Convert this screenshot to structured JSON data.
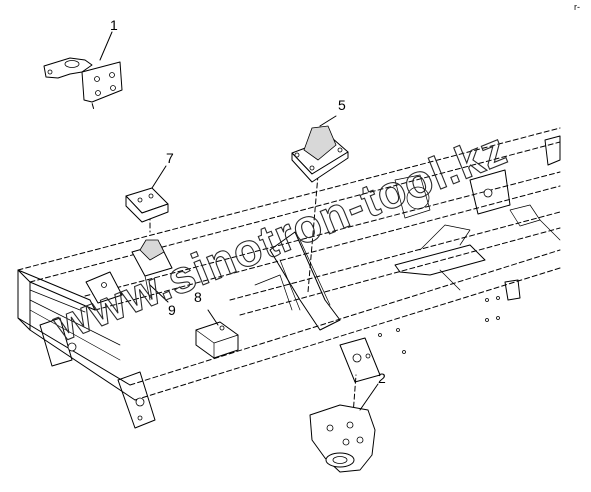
{
  "callouts": {
    "c1": "1",
    "c2": "2",
    "c5": "5",
    "c7": "7",
    "c8": "8",
    "c9": "9"
  },
  "watermark": "www.sinotron-tool.kz",
  "corner_mark": "r-"
}
